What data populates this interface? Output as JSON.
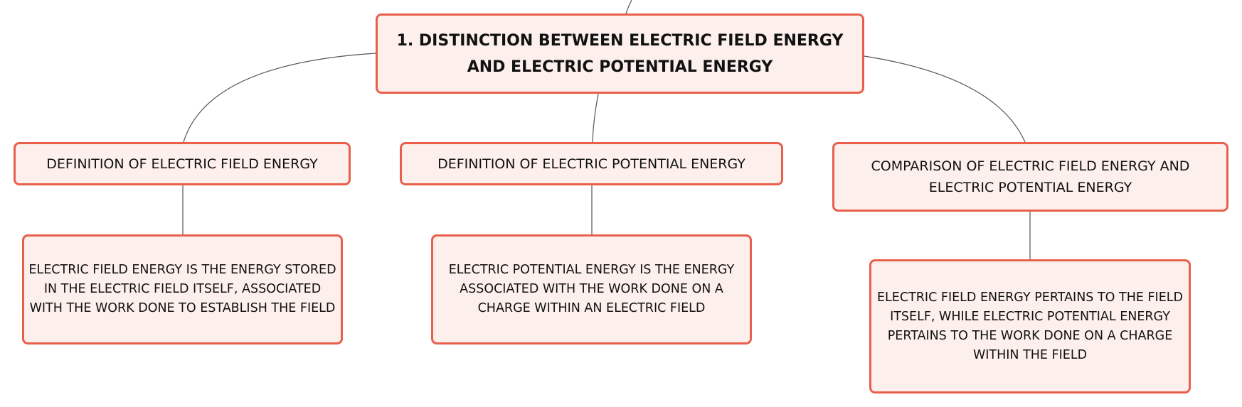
{
  "colors": {
    "node_fill": "#fdf0ec",
    "node_border": "#e8604c",
    "connector": "#555555",
    "text": "#111111"
  },
  "root": {
    "label": "1. DISTINCTION BETWEEN ELECTRIC FIELD ENERGY AND ELECTRIC POTENTIAL ENERGY"
  },
  "branches": [
    {
      "label": "DEFINITION OF ELECTRIC FIELD ENERGY",
      "child": "ELECTRIC FIELD ENERGY IS THE ENERGY STORED IN THE ELECTRIC FIELD ITSELF, ASSOCIATED WITH THE WORK DONE TO ESTABLISH THE FIELD"
    },
    {
      "label": "DEFINITION OF ELECTRIC POTENTIAL ENERGY",
      "child": "ELECTRIC POTENTIAL ENERGY IS THE ENERGY ASSOCIATED WITH THE WORK DONE ON A CHARGE WITHIN AN ELECTRIC FIELD"
    },
    {
      "label": "COMPARISON OF ELECTRIC FIELD ENERGY AND ELECTRIC POTENTIAL ENERGY",
      "child": "ELECTRIC FIELD ENERGY PERTAINS TO THE FIELD ITSELF, WHILE ELECTRIC POTENTIAL ENERGY PERTAINS TO THE WORK DONE ON A CHARGE WITHIN THE FIELD"
    }
  ]
}
